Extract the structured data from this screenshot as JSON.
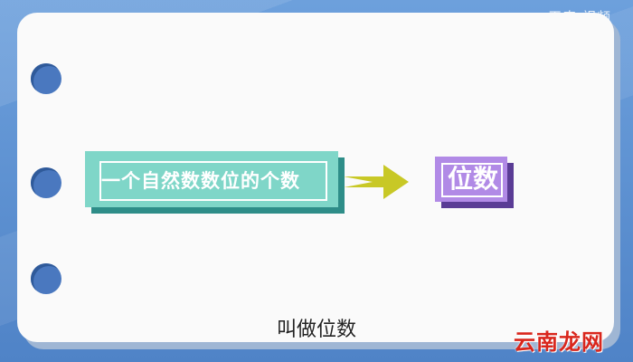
{
  "watermark": "天奇·视频",
  "definition_box": {
    "text": "一个自然数数位的个数"
  },
  "result_box": {
    "text": "位数"
  },
  "subtitle": "叫做位数",
  "brand_logo": "云南龙网",
  "colors": {
    "background": "#5b8fd0",
    "card": "#fafafa",
    "teal": "#7fd6c8",
    "arrow": "#c8c826",
    "purple": "#b18ae6",
    "brand": "#d9261c"
  },
  "icons": {
    "arrow": "arrow-right-icon",
    "binder_holes": "binder-hole-icon"
  }
}
